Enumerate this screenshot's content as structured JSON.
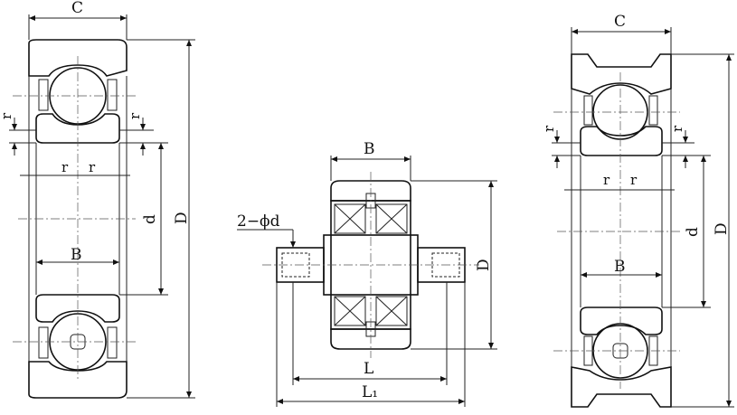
{
  "figure": {
    "colors": {
      "section_fill": "#bfe0e2",
      "line": "#222222",
      "hatch": "#333333"
    },
    "left_view": {
      "labels": {
        "width": "C",
        "outer_diameter": "D",
        "inner_diameter": "d",
        "inner_width": "B",
        "radius_1": "r",
        "radius_2": "r",
        "radius_3": "r",
        "radius_4": "r"
      }
    },
    "center_view": {
      "labels": {
        "width": "B",
        "outer_diameter": "D",
        "shaft": "2−ϕd",
        "length": "L",
        "total_length": "L₁"
      }
    },
    "right_view": {
      "labels": {
        "width": "C",
        "outer_diameter": "D",
        "inner_diameter": "d",
        "inner_width": "B",
        "radius_1": "r",
        "radius_2": "r",
        "radius_3": "r",
        "radius_4": "r"
      }
    }
  }
}
